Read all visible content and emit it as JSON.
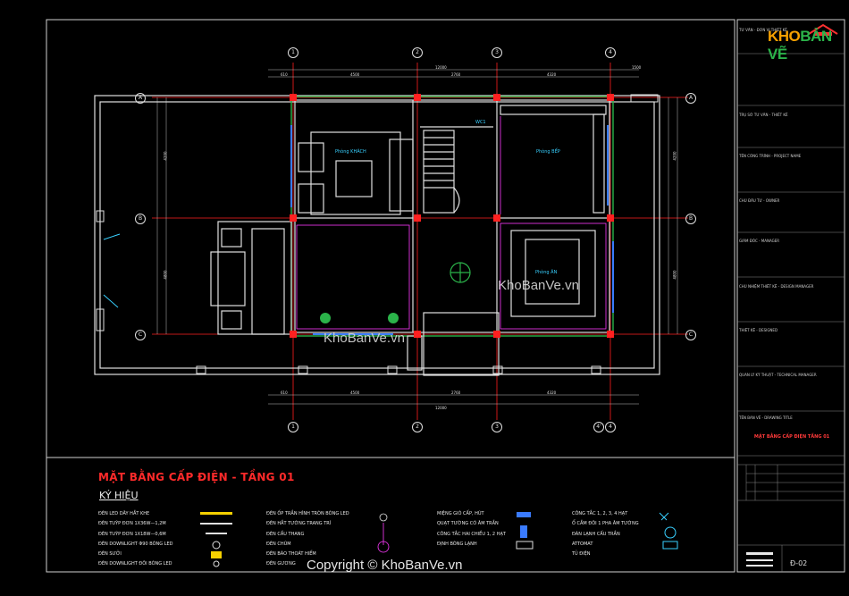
{
  "sheet": {
    "title": "MẶT BẰNG CẤP ĐIỆN - TẦNG 01",
    "legend_heading": "KÝ HIỆU",
    "sheet_number": "Đ-02"
  },
  "logo": {
    "part1": "KHO",
    "part2": "BẢN VẼ"
  },
  "watermarks": [
    "KhoBanVe.vn",
    "KhoBanVe.vn"
  ],
  "copyright": "Copyright © KhoBanVe.vn",
  "rooms": {
    "living": "Phòng KHÁCH",
    "kitchen": "Phòng BẾP",
    "dining": "Phòng ĂN",
    "wc": "WC1"
  },
  "grid": {
    "columns": [
      "1",
      "2",
      "3",
      "4"
    ],
    "rows": [
      "A",
      "B",
      "C"
    ],
    "bottom_extra": "4'"
  },
  "dimensions": {
    "top_total": "12000",
    "top_segments": [
      "610",
      "4500",
      "2760",
      "4320",
      "1500"
    ],
    "bottom_total": "12000",
    "bottom_segments": [
      "610",
      "4500",
      "2760",
      "4320"
    ],
    "left": [
      "4200",
      "4800"
    ],
    "right": [
      "4200",
      "4800"
    ]
  },
  "legend_col1": [
    "ĐÈN LED DÂY HẮT KHE",
    "ĐÈN TUÝP ĐƠN 1X36W—1,2M",
    "ĐÈN TUÝP ĐƠN 1X18W—0,6M",
    "ĐÈN DOWNLIGHT Φ90 BÓNG LED",
    "ĐÈN SƯỞI",
    "ĐÈN DOWNLIGHT ĐÔI BÓNG LED"
  ],
  "legend_col2": [
    "ĐÈN ỐP TRẦN HÌNH TRÒN BÓNG LED",
    "ĐÈN HẮT TƯỜNG TRANG TRÍ",
    "ĐÈN CẦU THANG",
    "ĐÈN CHÙM",
    "ĐÈN BÁO THOÁT HIỂM",
    "ĐÈN GƯƠNG"
  ],
  "legend_col3": [
    "MIỆNG GIÓ CẤP, HÚT",
    "QUẠT TƯỜNG CÓ ÂM TRẦN",
    "CÔNG TẮC HAI CHIỀU 1, 2 HẠT",
    "ĐỊNH BÓNG LẠNH"
  ],
  "legend_col4": [
    "CÔNG TẮC 1, 2, 3, 4 HẠT",
    "Ổ CẮM ĐÔI 1 PHA ÂM TƯỜNG",
    "ĐÀN LẠNH CẤU TRẦN",
    "ATTOMAT",
    "TỦ ĐIỆN"
  ],
  "title_block": [
    "TƯ VẤN - ĐƠN VỊ THIẾT KẾ",
    "TRỤ SỞ TƯ VẤN - THIẾT KẾ",
    "TÊN CÔNG TRÌNH - PROJECT NAME",
    "CHỦ ĐẦU TƯ - OWNER",
    "GIÁM ĐỐC - MANAGER",
    "CHỦ NHIỆM THIẾT KẾ - DESIGN MANAGER",
    "THIẾT KẾ - DESIGNED",
    "QUẢN LÝ KỸ THUẬT - TECHNICAL MANAGER",
    "TÊN BẢN VẼ - DRAWING TITLE"
  ],
  "title_block_red": "MẶT BẰNG CẤP ĐIỆN TẦNG 01",
  "colors": {
    "grid": "#ff2020",
    "wall": "#e0e0e0",
    "accent_green": "#2bb34a",
    "accent_orange": "#f5a000"
  }
}
